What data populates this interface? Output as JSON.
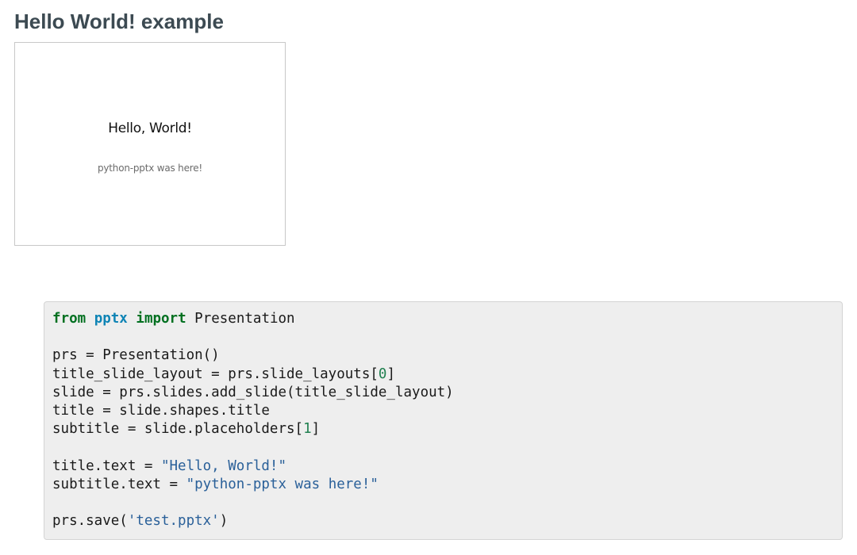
{
  "page": {
    "heading": "Hello World! example"
  },
  "slide": {
    "title": "Hello, World!",
    "subtitle": "python-pptx was here!"
  },
  "code": {
    "language": "python",
    "colors": {
      "keyword": "#007020",
      "module": "#0e84b5",
      "number": "#208050",
      "string": "#2a6099",
      "background": "#eeeeee"
    },
    "lines": [
      [
        {
          "t": "from",
          "c": "kw"
        },
        {
          "t": " "
        },
        {
          "t": "pptx",
          "c": "mod"
        },
        {
          "t": " "
        },
        {
          "t": "import",
          "c": "kw"
        },
        {
          "t": " Presentation"
        }
      ],
      [],
      [
        {
          "t": "prs = Presentation()"
        }
      ],
      [
        {
          "t": "title_slide_layout = prs.slide_layouts["
        },
        {
          "t": "0",
          "c": "num"
        },
        {
          "t": "]"
        }
      ],
      [
        {
          "t": "slide = prs.slides.add_slide(title_slide_layout)"
        }
      ],
      [
        {
          "t": "title = slide.shapes.title"
        }
      ],
      [
        {
          "t": "subtitle = slide.placeholders["
        },
        {
          "t": "1",
          "c": "num"
        },
        {
          "t": "]"
        }
      ],
      [],
      [
        {
          "t": "title.text = "
        },
        {
          "t": "\"Hello, World!\"",
          "c": "str"
        }
      ],
      [
        {
          "t": "subtitle.text = "
        },
        {
          "t": "\"python-pptx was here!\"",
          "c": "str"
        }
      ],
      [],
      [
        {
          "t": "prs.save("
        },
        {
          "t": "'test.pptx'",
          "c": "str"
        },
        {
          "t": ")"
        }
      ]
    ]
  }
}
